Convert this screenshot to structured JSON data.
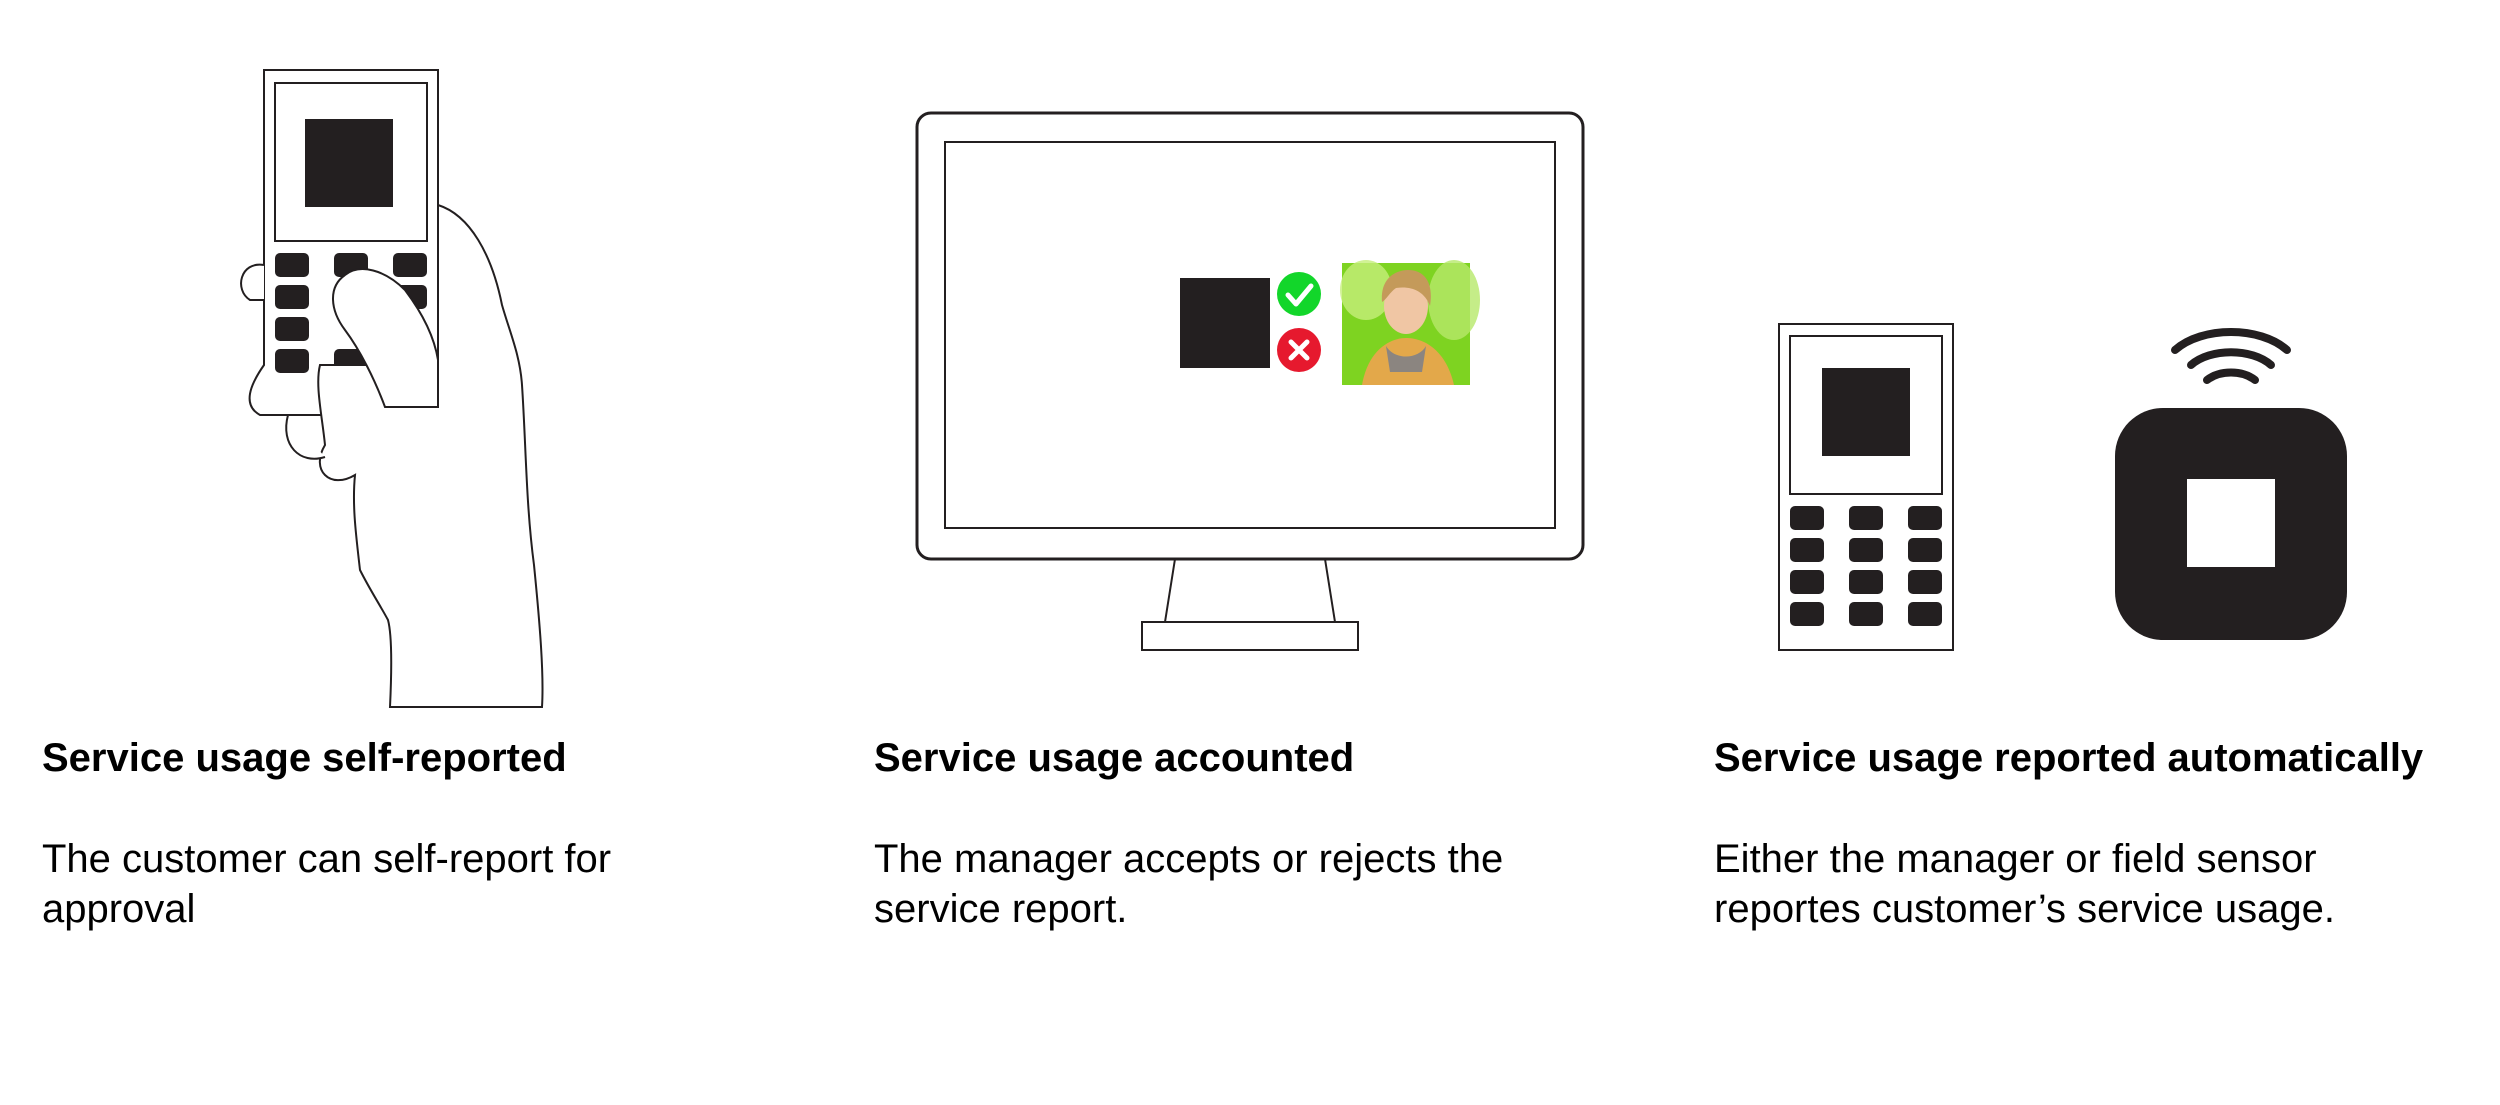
{
  "panels": [
    {
      "heading": "Service usage self-reported",
      "body_lines": [
        "The customer can self-report for",
        "approval"
      ],
      "illustration": [
        "phone-icon",
        "hand-icon"
      ]
    },
    {
      "heading": "Service usage accounted",
      "body_lines": [
        "The manager accepts or rejects the",
        "service report."
      ],
      "illustration": [
        "monitor-icon",
        "accept-check-icon",
        "reject-x-icon",
        "customer-photo"
      ]
    },
    {
      "heading": "Service usage reported automatically",
      "body_lines": [
        "Either the manager or field sensor",
        "reportes customer’s service usage."
      ],
      "illustration": [
        "phone-icon",
        "field-sensor-icon",
        "wifi-icon"
      ]
    }
  ],
  "colors": {
    "ink": "#231f20",
    "accept": "#12d62a",
    "reject": "#e6192e",
    "photo_background": "#7ed321"
  }
}
